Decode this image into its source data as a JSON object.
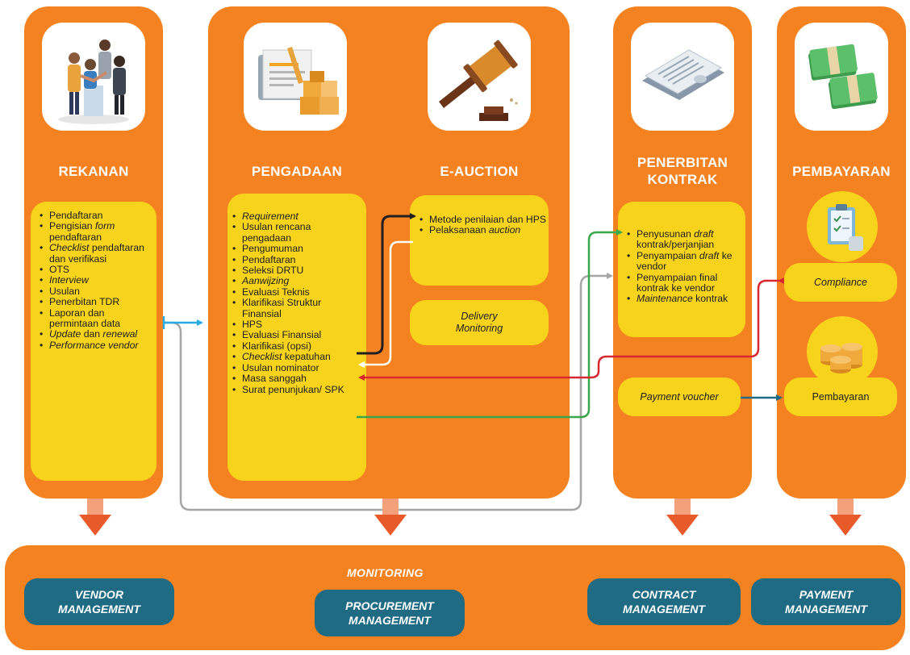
{
  "columns": {
    "rekanan": {
      "title": "REKANAN",
      "items": [
        [
          {
            "t": "Pendaftaran"
          }
        ],
        [
          {
            "t": "Pengisian "
          },
          {
            "t": "form",
            "i": true
          },
          {
            "t": " pendaftaran"
          }
        ],
        [
          {
            "t": "Checklist",
            "i": true
          },
          {
            "t": " pendaftaran dan verifikasi"
          }
        ],
        [
          {
            "t": "OTS"
          }
        ],
        [
          {
            "t": "Interview",
            "i": true
          }
        ],
        [
          {
            "t": "Usulan"
          }
        ],
        [
          {
            "t": "Penerbitan TDR"
          }
        ],
        [
          {
            "t": "Laporan dan permintaan data"
          }
        ],
        [
          {
            "t": "Update",
            "i": true
          },
          {
            "t": " dan "
          },
          {
            "t": "renewal",
            "i": true
          }
        ],
        [
          {
            "t": "Performance vendor",
            "i": true
          }
        ]
      ]
    },
    "pengadaan": {
      "title": "PENGADAAN",
      "items": [
        [
          {
            "t": "Requirement",
            "i": true
          }
        ],
        [
          {
            "t": "Usulan rencana pengadaan"
          }
        ],
        [
          {
            "t": "Pengumuman"
          }
        ],
        [
          {
            "t": "Pendaftaran"
          }
        ],
        [
          {
            "t": "Seleksi DRTU"
          }
        ],
        [
          {
            "t": "Aanwijzing",
            "i": true
          }
        ],
        [
          {
            "t": "Evaluasi Teknis"
          }
        ],
        [
          {
            "t": "Klarifikasi Struktur Finansial"
          }
        ],
        [
          {
            "t": "HPS"
          }
        ],
        [
          {
            "t": "Evaluasi Finansial"
          }
        ],
        [
          {
            "t": "Klarifikasi (opsi)"
          }
        ],
        [
          {
            "t": "Checklist",
            "i": true
          },
          {
            "t": " kepatuhan"
          }
        ],
        [
          {
            "t": "Usulan nominator"
          }
        ],
        [
          {
            "t": "Masa sanggah"
          }
        ],
        [
          {
            "t": "Surat penunjukan/ SPK"
          }
        ]
      ]
    },
    "eauction": {
      "title": "E-AUCTION",
      "items": [
        [
          {
            "t": "Metode penilaian dan HPS"
          }
        ],
        [
          {
            "t": "Pelaksanaan "
          },
          {
            "t": "auction",
            "i": true
          }
        ]
      ],
      "delivery": "Delivery Monitoring"
    },
    "kontrak": {
      "title_line1": "PENERBITAN",
      "title_line2": "KONTRAK",
      "items": [
        [
          {
            "t": "Penyusunan "
          },
          {
            "t": "draft",
            "i": true
          },
          {
            "t": " kontrak/perjanjian"
          }
        ],
        [
          {
            "t": "Penyampaian "
          },
          {
            "t": "draft",
            "i": true
          },
          {
            "t": " ke vendor"
          }
        ],
        [
          {
            "t": "Penyampaian final kontrak ke vendor"
          }
        ],
        [
          {
            "t": "Maintenance",
            "i": true
          },
          {
            "t": " kontrak"
          }
        ]
      ],
      "voucher": "Payment voucher"
    },
    "pembayaran": {
      "title": "PEMBAYARAN",
      "compliance": "Compliance",
      "pembayaran": "Pembayaran"
    }
  },
  "monitoring": {
    "label": "MONITORING",
    "vendor_l1": "VENDOR",
    "vendor_l2": "MANAGEMENT",
    "procurement_l1": "PROCUREMENT",
    "procurement_l2": "MANAGEMENT",
    "contract_l1": "CONTRACT",
    "contract_l2": "MANAGEMENT",
    "payment_l1": "PAYMENT",
    "payment_l2": "MANAGEMENT"
  },
  "colors": {
    "orange": "#f58220",
    "yellow": "#f8d31c",
    "teal": "#1f6b84",
    "arrow_black": "#231f20",
    "arrow_green": "#3aa74a",
    "arrow_red": "#d7282f",
    "arrow_gray": "#a6a6a6",
    "arrow_blue": "#29abe2",
    "arrow_teal": "#1f6b84"
  },
  "icons": [
    "team-handshake-icon",
    "procurement-documents-icon",
    "auction-gavel-icon",
    "contract-document-icon",
    "money-stack-icon",
    "clipboard-check-icon",
    "coins-icon"
  ]
}
